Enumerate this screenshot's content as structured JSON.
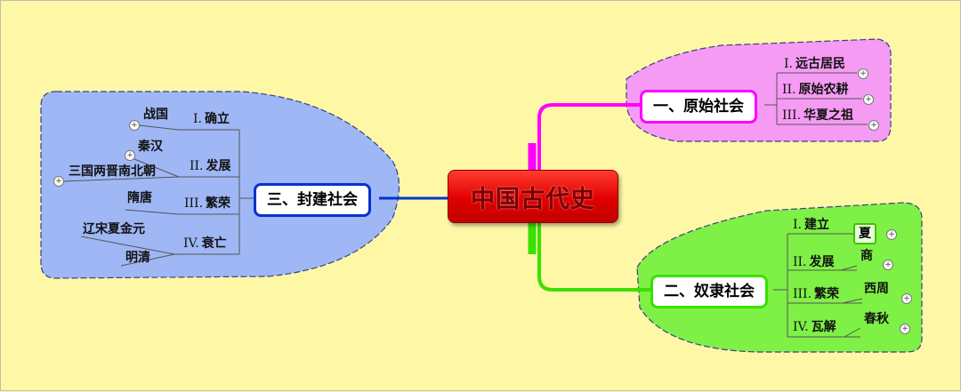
{
  "center": {
    "label": "中国古代史"
  },
  "branches": {
    "primitive": {
      "label": "一、原始社会",
      "items": [
        {
          "num": "I.",
          "text": "远古居民"
        },
        {
          "num": "II.",
          "text": "原始农耕"
        },
        {
          "num": "III.",
          "text": "华夏之祖"
        }
      ]
    },
    "slave": {
      "label": "二、奴隶社会",
      "items": [
        {
          "num": "I.",
          "text": "建立",
          "child": "夏"
        },
        {
          "num": "II.",
          "text": "发展",
          "child": "商"
        },
        {
          "num": "III.",
          "text": "繁荣",
          "child": "西周"
        },
        {
          "num": "IV.",
          "text": "瓦解",
          "child": "春秋"
        }
      ]
    },
    "feudal": {
      "label": "三、封建社会",
      "items": [
        {
          "num": "I.",
          "text": "确立",
          "children": [
            "战国"
          ]
        },
        {
          "num": "II.",
          "text": "发展",
          "children": [
            "秦汉",
            "三国两晋南北朝"
          ]
        },
        {
          "num": "III.",
          "text": "繁荣",
          "children": [
            "隋唐"
          ]
        },
        {
          "num": "IV.",
          "text": "衰亡",
          "children": [
            "辽宋夏金元",
            "明清"
          ]
        }
      ]
    }
  },
  "icons": {
    "expand": "plus-circle-icon",
    "expand_symbol": "+"
  },
  "colors": {
    "background": "#fdf7a6",
    "primitive_region": "#f59bf3",
    "slave_region": "#7ff046",
    "feudal_region": "#9fb7f5",
    "center_node": "#e00000"
  }
}
